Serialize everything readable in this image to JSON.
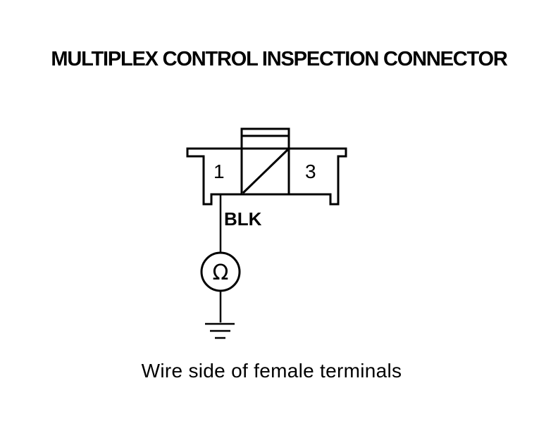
{
  "diagram": {
    "title": "MULTIPLEX CONTROL INSPECTION CONNECTOR",
    "caption": "Wire side of female terminals",
    "connector": {
      "pin_left": "1",
      "pin_right": "3"
    },
    "wire": {
      "color_label": "BLK"
    },
    "meter": {
      "symbol": "Ω",
      "icon": "ohmmeter-icon"
    },
    "ground": {
      "icon": "ground-icon"
    }
  }
}
